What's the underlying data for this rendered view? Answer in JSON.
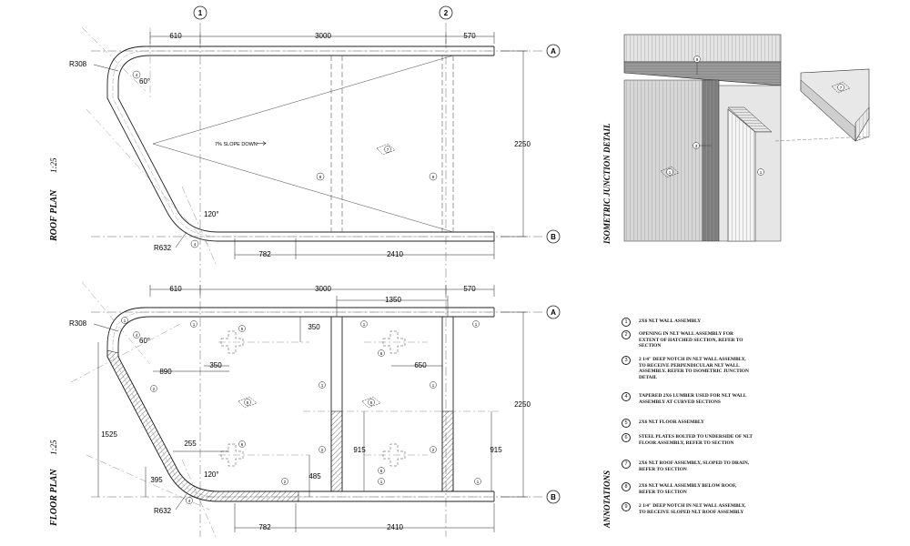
{
  "grid": {
    "col_1": "1",
    "col_2": "2",
    "row_a": "A",
    "row_b": "B"
  },
  "roof_plan": {
    "title": "ROOF PLAN",
    "scale": "1:25",
    "dim_top_1": "610",
    "dim_top_2": "3000",
    "dim_top_3": "570",
    "dim_right": "2250",
    "dim_bottom_1": "782",
    "dim_bottom_2": "2410",
    "radius_top": "R308",
    "radius_bottom": "R632",
    "angle_top": "60°",
    "angle_bottom": "120°",
    "slope_note": "7% SLOPE DOWN",
    "tag_roof": "7",
    "tag_wall_below_left": "8",
    "tag_wall_below_right": "8",
    "tag_taper_top": "4",
    "tag_taper_bottom": "4"
  },
  "floor_plan": {
    "title": "FLOOR PLAN",
    "scale": "1:25",
    "dim_top_1": "610",
    "dim_top_2": "3000",
    "dim_top_3": "570",
    "dim_inner_top": "1350",
    "dim_right": "2250",
    "dim_bottom_1": "782",
    "dim_bottom_2": "2410",
    "dim_350_a": "350",
    "dim_350_b": "350",
    "dim_890": "890",
    "dim_650": "650",
    "dim_1525": "1525",
    "dim_255": "255",
    "dim_395": "395",
    "dim_485": "485",
    "dim_915_a": "915",
    "dim_915_b": "915",
    "radius_top": "R308",
    "radius_bottom": "R632",
    "angle_top": "60°",
    "angle_bottom": "120°",
    "tag_floor_a": "5",
    "tag_floor_b": "5",
    "tag_plates": [
      "6",
      "6",
      "6",
      "6"
    ],
    "tag_walls": [
      "1",
      "1",
      "1",
      "1",
      "1",
      "1",
      "1",
      "1"
    ],
    "tag_openings": [
      "2",
      "2",
      "2",
      "2"
    ],
    "tag_taper": [
      "4",
      "4"
    ]
  },
  "iso_detail": {
    "title": "ISOMETRIC JUNCTION DETAIL",
    "tag_notch_top": "9",
    "tag_notch": "3",
    "tag_wall_left": "1",
    "tag_wall_right": "1",
    "tag_roof": "7"
  },
  "annotations": {
    "title": "ANNOTATIONS",
    "items": [
      {
        "num": "1",
        "text": "2X6 NLT WALL ASSEMBLY"
      },
      {
        "num": "2",
        "text": "OPENING IN NLT WALL ASSEMBLY FOR EXTENT OF HATCHED SECTION, REFER TO SECTION"
      },
      {
        "num": "3",
        "text": "2 1/4\" DEEP NOTCH IN NLT WALL ASSEMBLY, TO RECEIVE PERPENDICULAR NLT WALL ASSEMBLY. REFER TO ISOMETRIC JUNCTION DETAIL"
      },
      {
        "num": "4",
        "text": "TAPERED 2X6 LUMBER USED FOR NLT WALL ASSEMBLY AT CURVED SECTIONS"
      },
      {
        "num": "5",
        "text": "2X6 NLT FLOOR ASSEMBLY"
      },
      {
        "num": "6",
        "text": "STEEL PLATES BOLTED TO UNDERSIDE OF NLT FLOOR ASSEMBLY, REFER TO SECTION"
      },
      {
        "num": "7",
        "text": "2X6 NLT ROOF ASSEMBLY, SLOPED TO DRAIN, REFER TO SECTION"
      },
      {
        "num": "8",
        "text": "2X6 NLT WALL ASSEMBLY BELOW ROOF, REFER TO SECTION"
      },
      {
        "num": "9",
        "text": "2 1/4\" DEEP NOTCH IN NLT WALL ASSEMBLY, TO RECEIVE SLOPED NLT ROOF ASSEMBLY"
      }
    ]
  }
}
